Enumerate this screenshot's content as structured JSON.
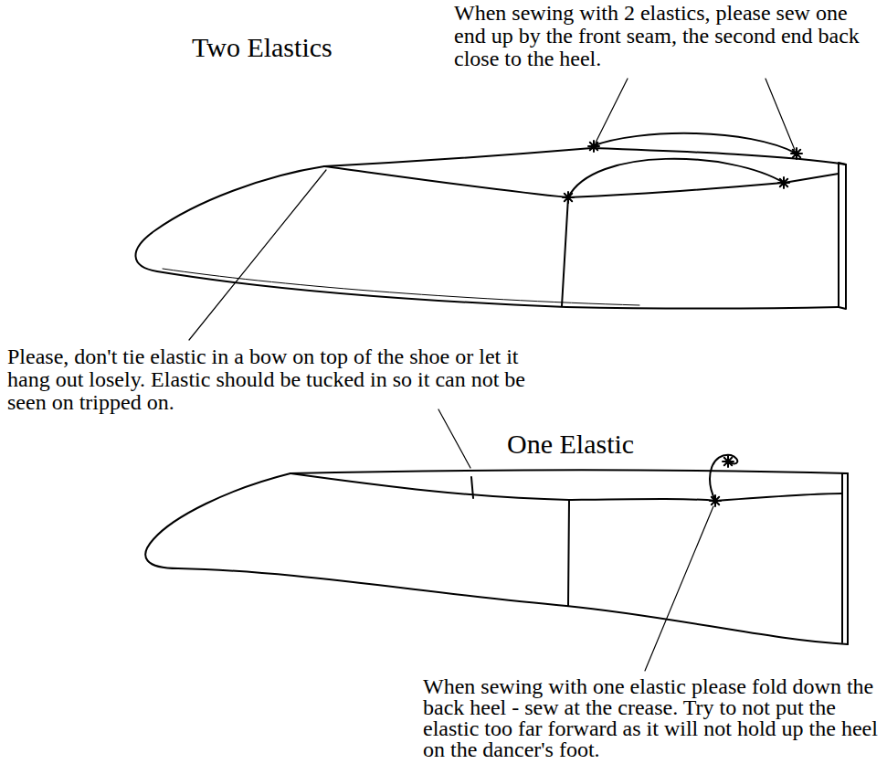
{
  "diagram": {
    "labels": [
      "Two Elastics",
      "When sewing with 2 elastics, please sew one end up by the front seam, the second end back close to the heel.",
      "Please, don't tie elastic in a bow on top of the shoe or let it hang out losely. Elastic should be tucked in so it can not be seen on tripped on.",
      "One Elastic",
      "When sewing with one elastic please fold down the back heel - sew at the crease. Try to not put the elastic too far forward as it will not hold up the heel on the dancer's foot."
    ]
  }
}
